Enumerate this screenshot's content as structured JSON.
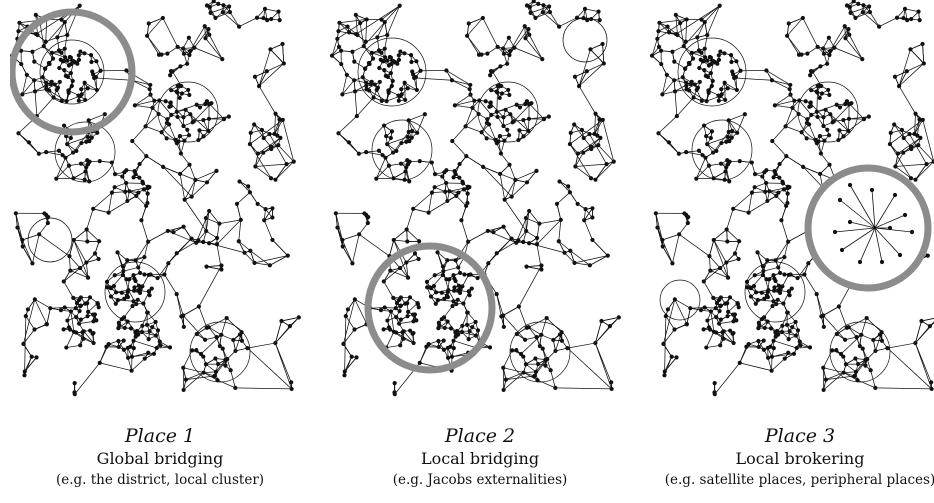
{
  "panels": [
    {
      "title": "Place 1",
      "subtitle": "Global bridging",
      "example": "(e.g. the district, local cluster)",
      "highlight": "dense cluster, top-left"
    },
    {
      "title": "Place 2",
      "subtitle": "Local bridging",
      "example": "(e.g. Jacobs externalities)",
      "highlight": "linked clusters, bottom-left"
    },
    {
      "title": "Place 3",
      "subtitle": "Local brokering",
      "example": "(e.g. satellite places, peripheral places)",
      "highlight": "sparse hub, right"
    }
  ],
  "colors": {
    "edge": "#111111",
    "node": "#111111",
    "highlight_ring": "#8c8c8c",
    "background": "#ffffff"
  }
}
